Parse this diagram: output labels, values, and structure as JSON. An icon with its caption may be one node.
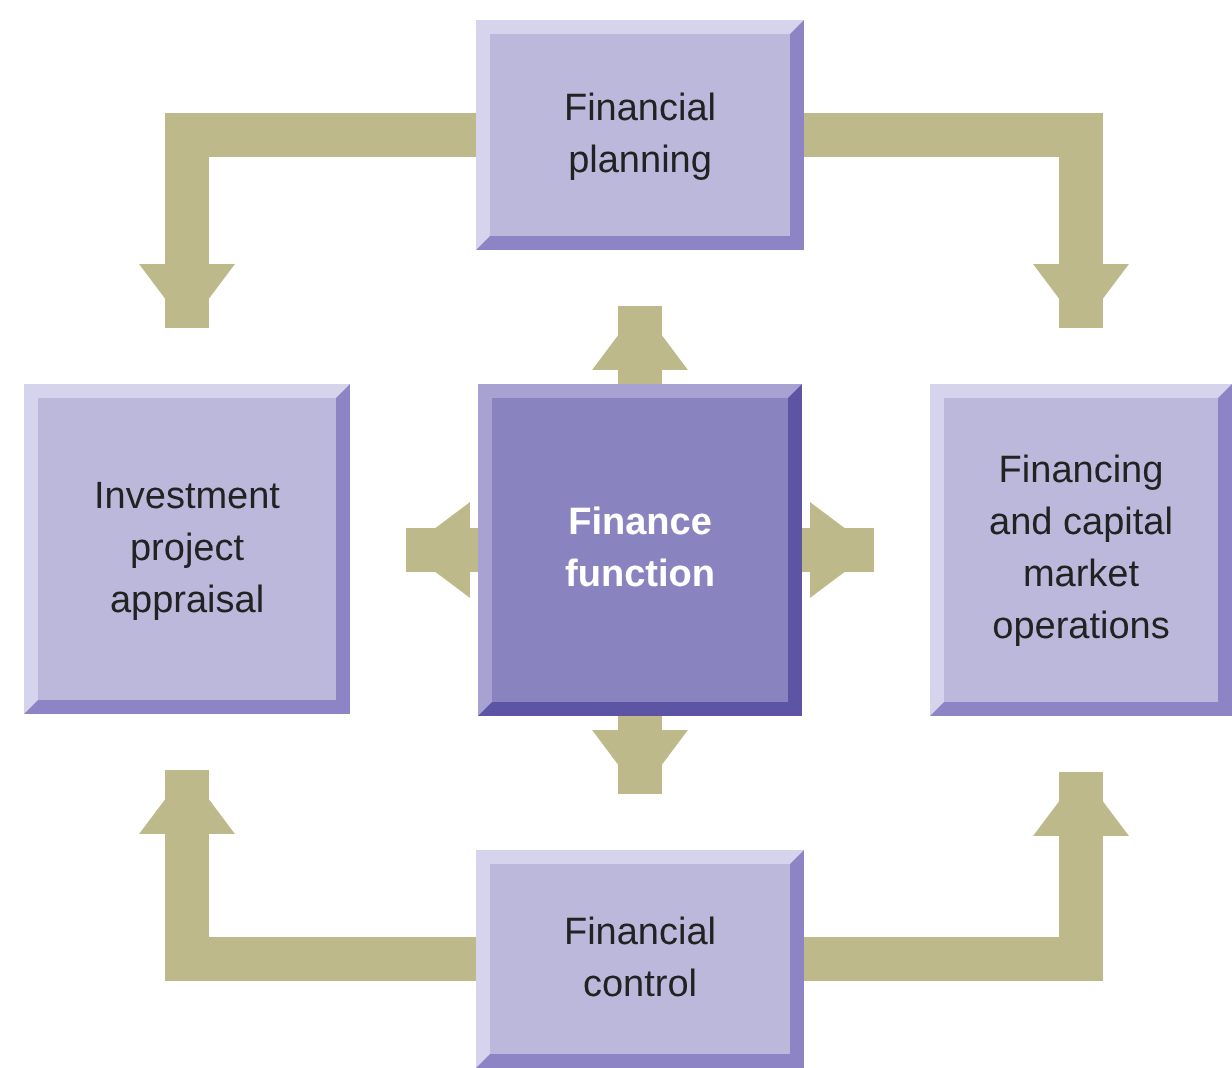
{
  "diagram": {
    "nodes": [
      {
        "text": [
          "Financial planning"
        ]
      },
      {
        "text": [
          "Investment project appraisal"
        ]
      },
      {
        "text": [
          "Finance function"
        ]
      },
      {
        "text": [
          "Financing and capital market operations"
        ]
      },
      {
        "text": [
          "Financial control"
        ]
      }
    ],
    "edges": [
      {
        "from": 2,
        "to": 0,
        "arrow": "to"
      },
      {
        "from": 2,
        "to": 1,
        "arrow": "to"
      },
      {
        "from": 2,
        "to": 3,
        "arrow": "to"
      },
      {
        "from": 2,
        "to": 4,
        "arrow": "to"
      },
      {
        "from": 0,
        "to": 1,
        "arrow": "to"
      },
      {
        "from": 0,
        "to": 3,
        "arrow": "to"
      },
      {
        "from": 4,
        "to": 1,
        "arrow": "to"
      },
      {
        "from": 4,
        "to": 3,
        "arrow": "to"
      }
    ]
  }
}
